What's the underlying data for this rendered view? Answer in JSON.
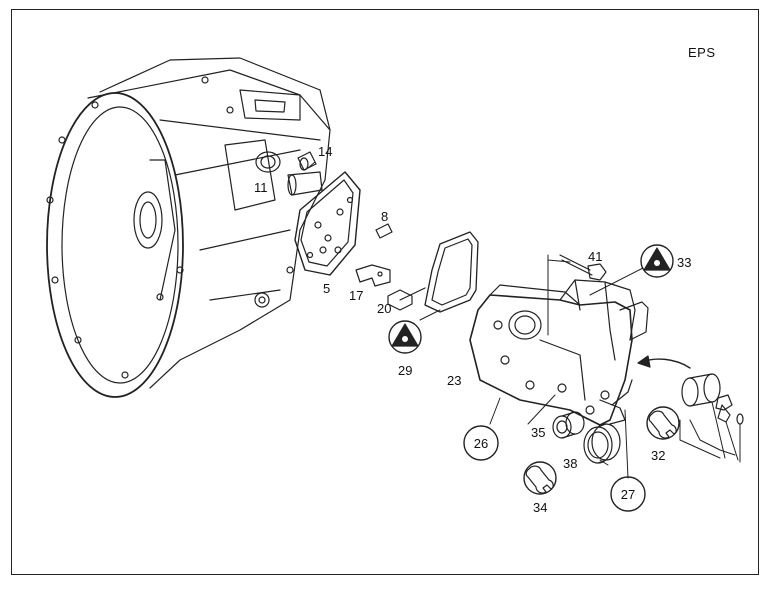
{
  "diagram": {
    "system_code": "EPS",
    "callouts": [
      {
        "id": "p14",
        "text": "14"
      },
      {
        "id": "p11",
        "text": "11"
      },
      {
        "id": "p8",
        "text": "8"
      },
      {
        "id": "p5",
        "text": "5"
      },
      {
        "id": "p17",
        "text": "17"
      },
      {
        "id": "p20",
        "text": "20"
      },
      {
        "id": "p41",
        "text": "41"
      },
      {
        "id": "p29",
        "text": "29"
      },
      {
        "id": "p23",
        "text": "23"
      },
      {
        "id": "p35",
        "text": "35"
      },
      {
        "id": "p38",
        "text": "38"
      },
      {
        "id": "p32",
        "text": "32"
      },
      {
        "id": "p34",
        "text": "34"
      }
    ],
    "circled_callouts": [
      {
        "id": "c26",
        "text": "26"
      },
      {
        "id": "c27",
        "text": "27"
      }
    ]
  }
}
